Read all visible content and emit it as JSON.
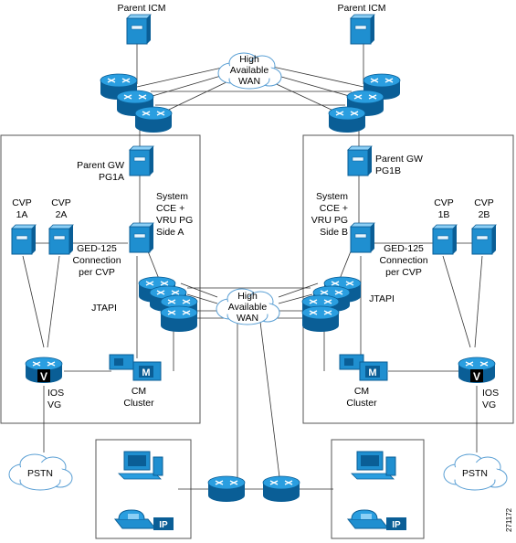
{
  "labels": {
    "parent_icm_left": "Parent ICM",
    "parent_icm_right": "Parent ICM",
    "wan_top": [
      "High",
      "Available",
      "WAN"
    ],
    "wan_mid": [
      "High",
      "Available",
      "WAN"
    ],
    "parent_gw_a": [
      "Parent GW",
      "PG1A"
    ],
    "parent_gw_b": [
      "Parent GW",
      "PG1B"
    ],
    "system_pg_a": [
      "System",
      "CCE +",
      "VRU PG",
      "Side A"
    ],
    "system_pg_b": [
      "System",
      "CCE +",
      "VRU PG",
      "Side B"
    ],
    "cvp_1a": [
      "CVP",
      "1A"
    ],
    "cvp_2a": [
      "CVP",
      "2A"
    ],
    "cvp_1b": [
      "CVP",
      "1B"
    ],
    "cvp_2b": [
      "CVP",
      "2B"
    ],
    "ged_a": [
      "GED-125",
      "Connection",
      "per CVP"
    ],
    "ged_b": [
      "GED-125",
      "Connection",
      "per CVP"
    ],
    "jtapi_a": "JTAPI",
    "jtapi_b": "JTAPI",
    "ios_vg_a": [
      "IOS",
      "VG"
    ],
    "ios_vg_b": [
      "IOS",
      "VG"
    ],
    "cm_cluster_a": [
      "CM",
      "Cluster"
    ],
    "cm_cluster_b": [
      "CM",
      "Cluster"
    ],
    "pstn_left": "PSTN",
    "pstn_right": "PSTN",
    "figure_number": "271172",
    "vg_badge": "V",
    "cm_badge": "M",
    "ip_badge": "IP"
  },
  "colors": {
    "device": "#1f8fd0",
    "device_dark": "#0a5e96",
    "device_light": "#8ccff5",
    "line": "#333333",
    "box": "#555555"
  }
}
